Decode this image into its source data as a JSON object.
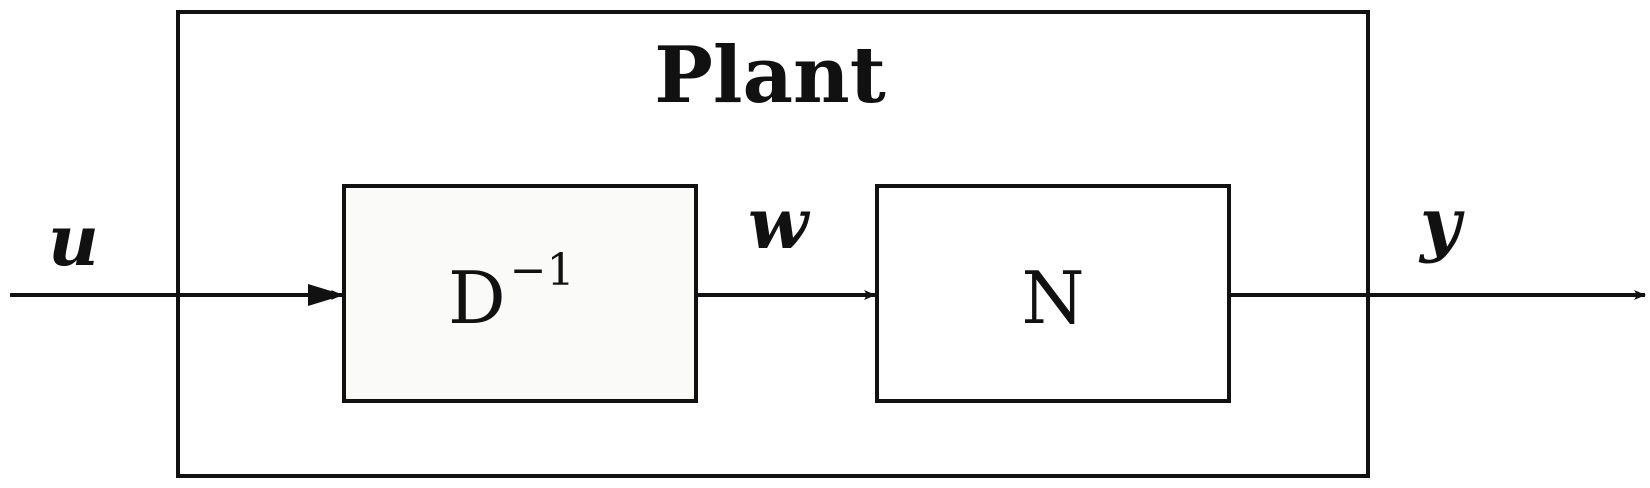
{
  "plant": {
    "label": "Plant"
  },
  "blocks": {
    "d_inverse": {
      "base": "D",
      "superscript": "−1"
    },
    "n": {
      "label": "N"
    }
  },
  "signals": {
    "input": "u",
    "intermediate": "w",
    "output": "y"
  },
  "colors": {
    "stroke": "#111111",
    "d_block_fill": "#fafaf8",
    "n_block_fill": "#ffffff",
    "background": "#ffffff"
  }
}
